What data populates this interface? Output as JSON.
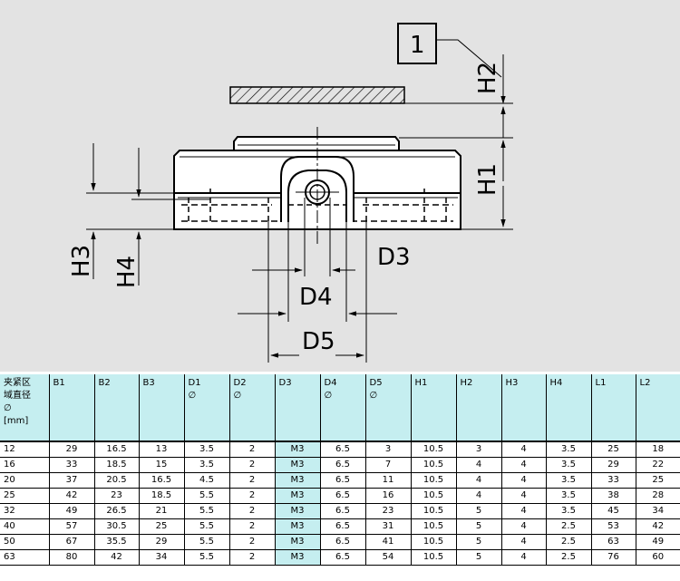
{
  "drawing": {
    "callout": "1",
    "labels": {
      "h2": "H2",
      "h1": "H1",
      "h3": "H3",
      "h4": "H4",
      "d3": "D3",
      "d4": "D4",
      "d5": "D5"
    }
  },
  "table": {
    "headers": [
      [
        "夹紧区",
        "域直径",
        "∅",
        "[mm]"
      ],
      [
        "B1"
      ],
      [
        "B2"
      ],
      [
        "B3"
      ],
      [
        "D1",
        "∅"
      ],
      [
        "D2",
        "∅"
      ],
      [
        "D3"
      ],
      [
        "D4",
        "∅"
      ],
      [
        "D5",
        "∅"
      ],
      [
        "H1"
      ],
      [
        "H2"
      ],
      [
        "H3"
      ],
      [
        "H4"
      ],
      [
        "L1"
      ],
      [
        "L2"
      ]
    ],
    "highlight_column": 6,
    "rows": [
      [
        "12",
        "29",
        "16.5",
        "13",
        "3.5",
        "2",
        "M3",
        "6.5",
        "3",
        "10.5",
        "3",
        "4",
        "3.5",
        "25",
        "18"
      ],
      [
        "16",
        "33",
        "18.5",
        "15",
        "3.5",
        "2",
        "M3",
        "6.5",
        "7",
        "10.5",
        "4",
        "4",
        "3.5",
        "29",
        "22"
      ],
      [
        "20",
        "37",
        "20.5",
        "16.5",
        "4.5",
        "2",
        "M3",
        "6.5",
        "11",
        "10.5",
        "4",
        "4",
        "3.5",
        "33",
        "25"
      ],
      [
        "25",
        "42",
        "23",
        "18.5",
        "5.5",
        "2",
        "M3",
        "6.5",
        "16",
        "10.5",
        "4",
        "4",
        "3.5",
        "38",
        "28"
      ],
      [
        "32",
        "49",
        "26.5",
        "21",
        "5.5",
        "2",
        "M3",
        "6.5",
        "23",
        "10.5",
        "5",
        "4",
        "3.5",
        "45",
        "34"
      ],
      [
        "40",
        "57",
        "30.5",
        "25",
        "5.5",
        "2",
        "M3",
        "6.5",
        "31",
        "10.5",
        "5",
        "4",
        "2.5",
        "53",
        "42"
      ],
      [
        "50",
        "67",
        "35.5",
        "29",
        "5.5",
        "2",
        "M3",
        "6.5",
        "41",
        "10.5",
        "5",
        "4",
        "2.5",
        "63",
        "49"
      ],
      [
        "63",
        "80",
        "42",
        "34",
        "5.5",
        "2",
        "M3",
        "6.5",
        "54",
        "10.5",
        "5",
        "4",
        "2.5",
        "76",
        "60"
      ]
    ]
  }
}
